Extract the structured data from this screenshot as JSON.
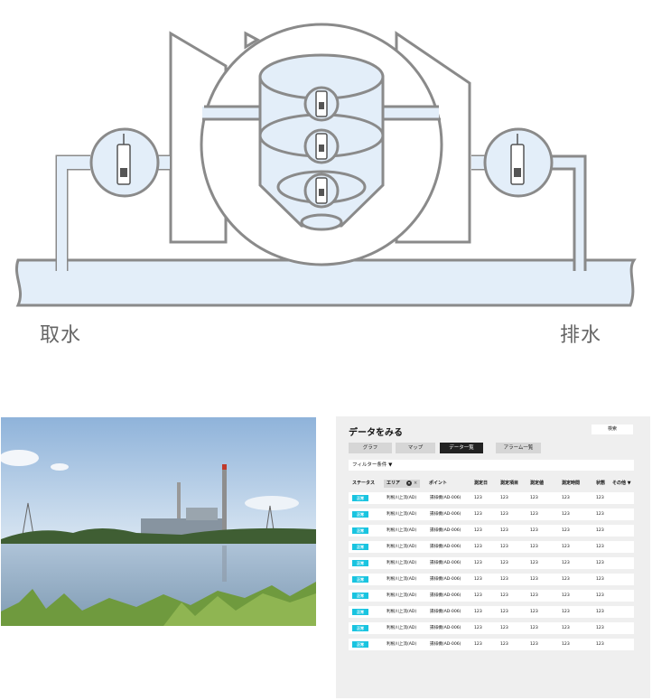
{
  "diagram": {
    "intake_label": "取水",
    "discharge_label": "排水"
  },
  "photo": {
    "subject": "power plant by a river"
  },
  "panel": {
    "title": "データをみる",
    "search_label": "検索",
    "tabs": [
      {
        "label": "グラフ",
        "active": false
      },
      {
        "label": "マップ",
        "active": false
      },
      {
        "label": "データ一覧",
        "active": true
      },
      {
        "label": "アラーム一覧",
        "active": false
      }
    ],
    "filter_label": "フィルター条件 ▼",
    "columns": [
      "ステータス",
      "エリア",
      "ポイント",
      "測定日",
      "測定項目",
      "測定値",
      "測定時間",
      "状態",
      "その他 ▼"
    ],
    "rows": [
      {
        "status": "正常",
        "area": "利根川上流(AD)",
        "point": "揚排機(AD-006)",
        "date": "123",
        "item": "123",
        "value": "123",
        "time": "123",
        "state": "123"
      },
      {
        "status": "正常",
        "area": "利根川上流(AD)",
        "point": "揚排機(AD-006)",
        "date": "123",
        "item": "123",
        "value": "123",
        "time": "123",
        "state": "123"
      },
      {
        "status": "正常",
        "area": "利根川上流(AD)",
        "point": "揚排機(AD-006)",
        "date": "123",
        "item": "123",
        "value": "123",
        "time": "123",
        "state": "123"
      },
      {
        "status": "正常",
        "area": "利根川上流(AD)",
        "point": "揚排機(AD-006)",
        "date": "123",
        "item": "123",
        "value": "123",
        "time": "123",
        "state": "123"
      },
      {
        "status": "正常",
        "area": "利根川上流(AD)",
        "point": "揚排機(AD-006)",
        "date": "123",
        "item": "123",
        "value": "123",
        "time": "123",
        "state": "123"
      },
      {
        "status": "正常",
        "area": "利根川上流(AD)",
        "point": "揚排機(AD-006)",
        "date": "123",
        "item": "123",
        "value": "123",
        "time": "123",
        "state": "123"
      },
      {
        "status": "正常",
        "area": "利根川上流(AD)",
        "point": "揚排機(AD-006)",
        "date": "123",
        "item": "123",
        "value": "123",
        "time": "123",
        "state": "123"
      },
      {
        "status": "正常",
        "area": "利根川上流(AD)",
        "point": "揚排機(AD-006)",
        "date": "123",
        "item": "123",
        "value": "123",
        "time": "123",
        "state": "123"
      },
      {
        "status": "正常",
        "area": "利根川上流(AD)",
        "point": "揚排機(AD-006)",
        "date": "123",
        "item": "123",
        "value": "123",
        "time": "123",
        "state": "123"
      },
      {
        "status": "正常",
        "area": "利根川上流(AD)",
        "point": "揚排機(AD-006)",
        "date": "123",
        "item": "123",
        "value": "123",
        "time": "123",
        "state": "123"
      }
    ]
  },
  "colors": {
    "line": "#8a8a8a",
    "water": "#e3eef9",
    "status_badge": "#19c4e0",
    "active_tab": "#222222"
  }
}
